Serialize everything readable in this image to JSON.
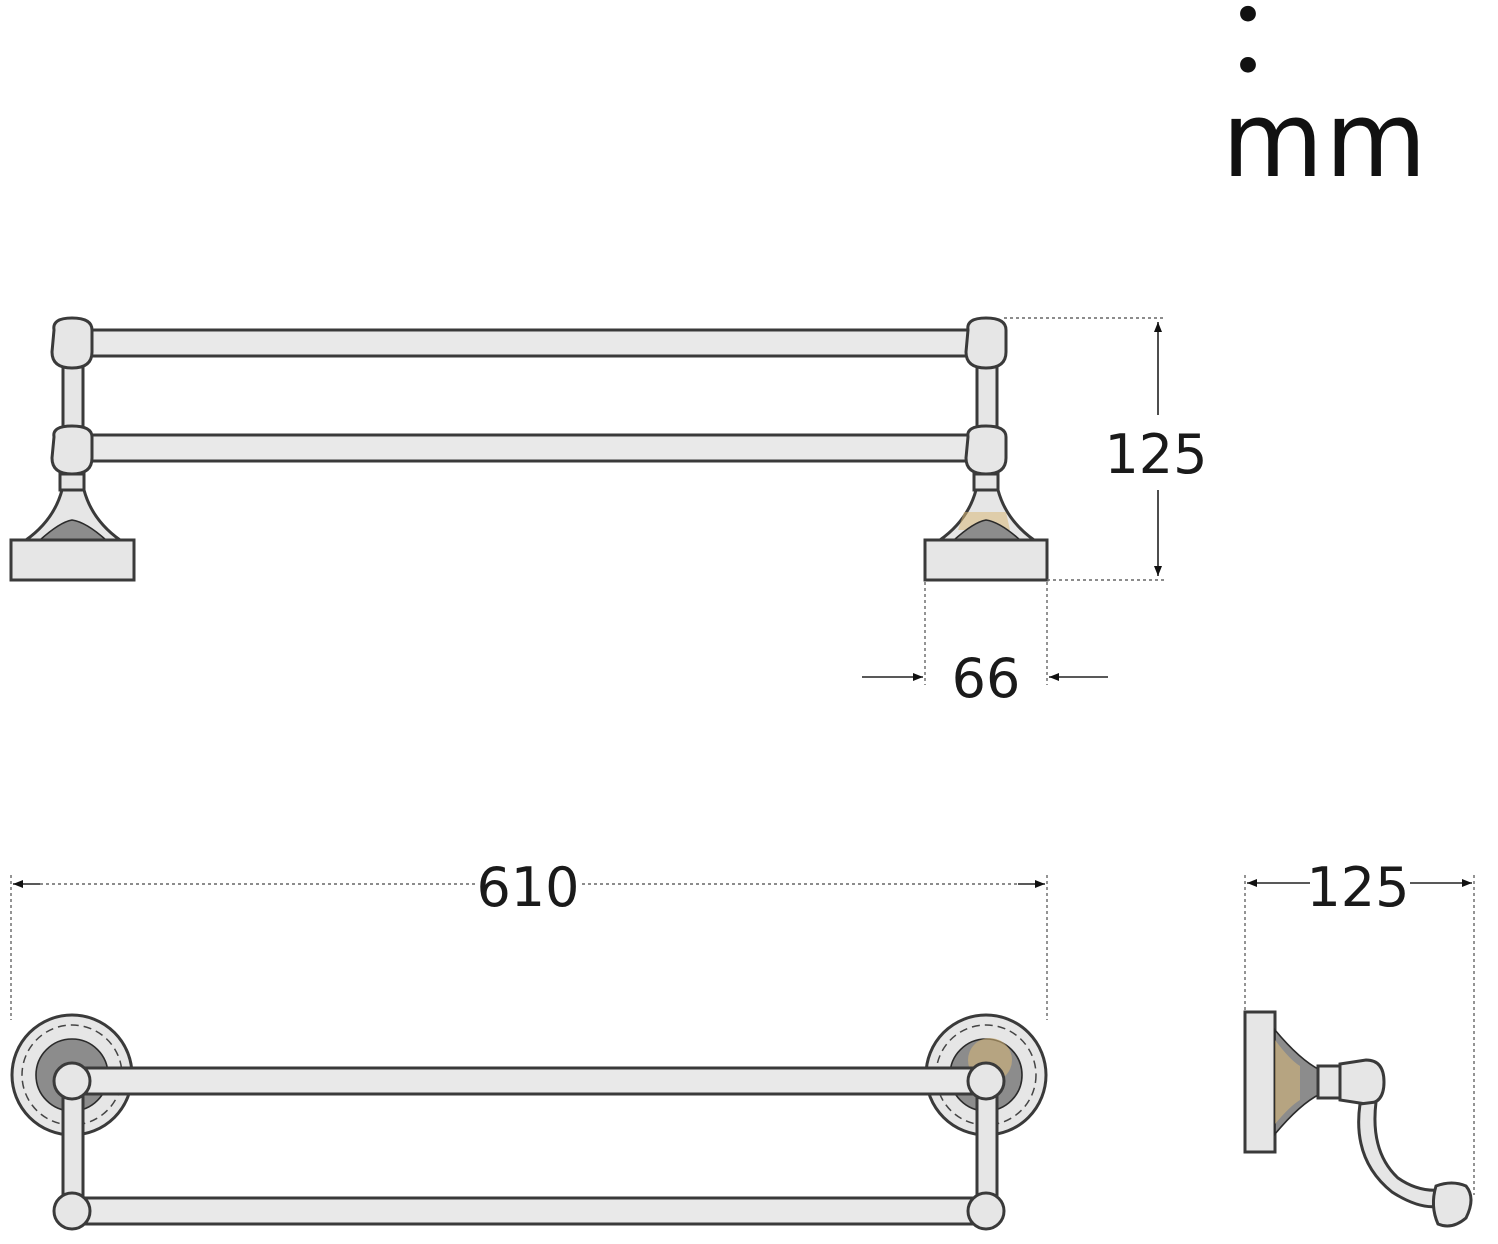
{
  "unit_label": "：mm",
  "dimensions": {
    "side_height": "125",
    "base_width": "66",
    "total_length": "610",
    "projection": "125"
  }
}
